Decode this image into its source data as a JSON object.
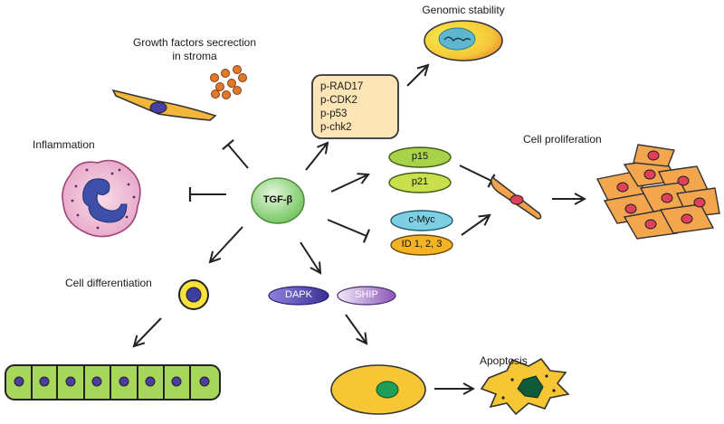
{
  "center": {
    "label": "TGF-β"
  },
  "processes": {
    "genomic_stability": "Genomic stability",
    "growth_factors_line1": "Growth factors secrection",
    "growth_factors_line2": "in stroma",
    "inflammation": "Inflammation",
    "cell_proliferation": "Cell proliferation",
    "cell_differentiation": "Cell differentiation",
    "apoptosis": "Apoptosis"
  },
  "phospho_box": [
    "p-RAD17",
    "p-CDK2",
    "p-p53",
    "p-chk2"
  ],
  "markers": {
    "p15": "p15",
    "p21": "p21",
    "cmyc": "c-Myc",
    "id": "ID 1, 2, 3",
    "dapk": "DAPK",
    "ship": "SHIP"
  },
  "colors": {
    "tgfb_green": "#8fd17a",
    "p15_p21_green": "#a8d24a",
    "cmyc_blue": "#7ecfe3",
    "id_orange": "#f3b324",
    "dapk_purple": "#5b4db0",
    "ship_purple": "#9b6cc4",
    "box_fill": "#fde5b8",
    "cell_yellow": "#f6c634",
    "nucleus_pink": "#e0405a"
  }
}
